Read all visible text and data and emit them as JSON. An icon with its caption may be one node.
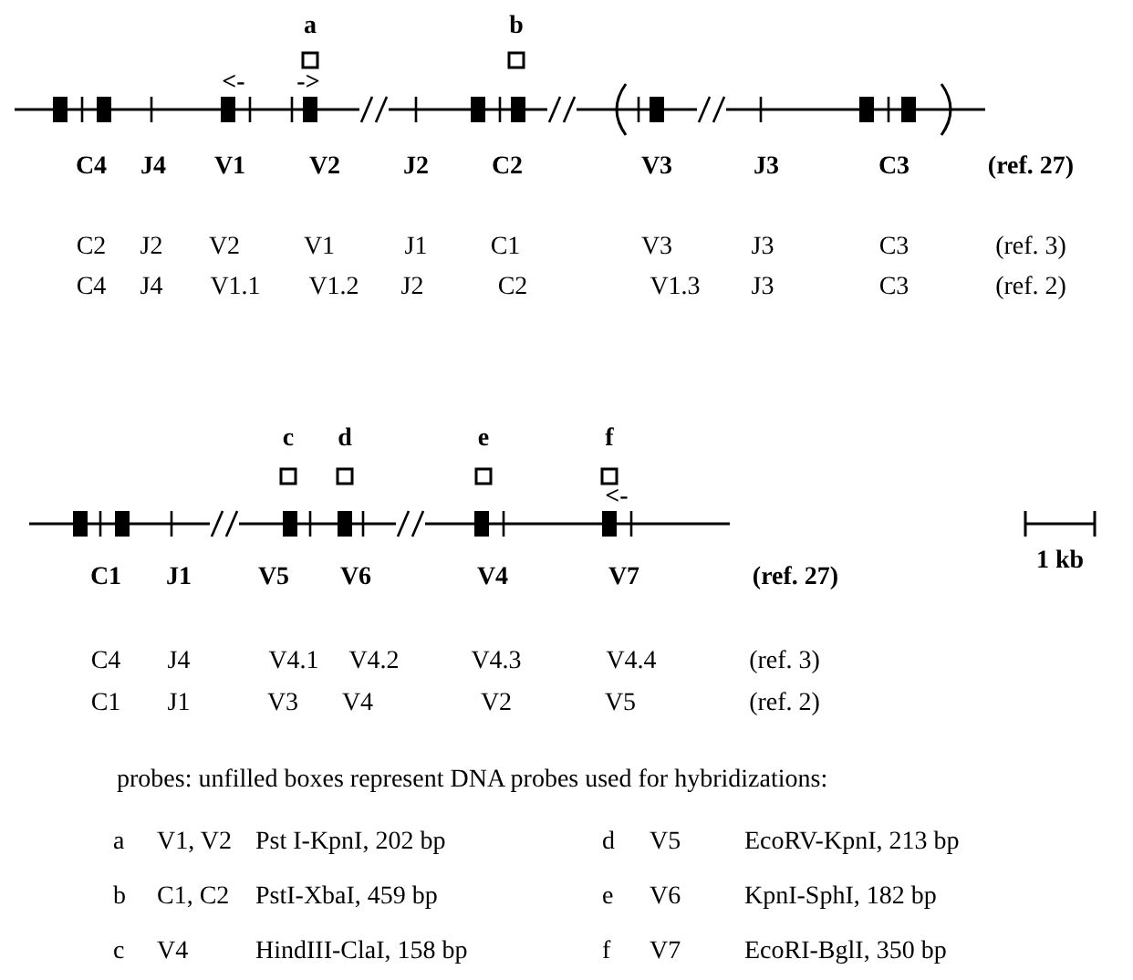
{
  "diagram": {
    "labels": [
      "a",
      "b",
      "<-",
      "->",
      "C4",
      "J4",
      "V1",
      "V2",
      "J2",
      "C2",
      "V3",
      "J3",
      "C3",
      "(ref. 27)",
      "C2",
      "J2",
      "V2",
      "V1",
      "J1",
      "C1",
      "V3",
      "J3",
      "C3",
      "(ref. 3)",
      "C4",
      "J4",
      "V1.1",
      "V1.2",
      "J2",
      "C2",
      "V1.3",
      "J3",
      "C3",
      "(ref. 2)",
      "c",
      "d",
      "e",
      "f",
      "<-",
      "C1",
      "J1",
      "V5",
      "V6",
      "V4",
      "V7",
      "(ref. 27)",
      "1 kb",
      "C4",
      "J4",
      "V4.1",
      "V4.2",
      "V4.3",
      "V4.4",
      "(ref. 3)",
      "C1",
      "J1",
      "V3",
      "V4",
      "V2",
      "V5",
      "(ref. 2)",
      "probes: unfilled boxes represent DNA probes used for hybridizations:",
      "a",
      "V1, V2",
      "Pst I-KpnI, 202 bp",
      "d",
      "V5",
      "EcoRV-KpnI, 213 bp",
      "b",
      "C1, C2",
      "PstI-XbaI, 459 bp",
      "e",
      "V6",
      "KpnI-SphI, 182 bp",
      "c",
      "V4",
      "HindIII-ClaI, 158 bp",
      "f",
      "V7",
      "EcoRI-BglI, 350 bp"
    ]
  }
}
